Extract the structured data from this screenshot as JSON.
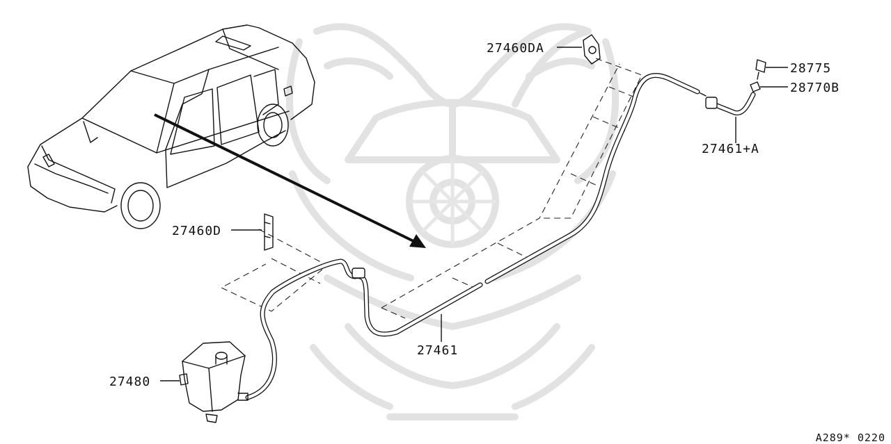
{
  "parts": {
    "nozzle_bracket_upper": "27460DA",
    "nozzle_bracket_lower": "27460D",
    "check_valve": "28775",
    "clip": "28770B",
    "hose_joint": "27461+A",
    "hose_main": "27461",
    "tank": "27480"
  },
  "diagram_code": "A289* 0220",
  "colors": {
    "line": "#111111",
    "watermark": "#e2e2e2",
    "background": "#ffffff"
  }
}
